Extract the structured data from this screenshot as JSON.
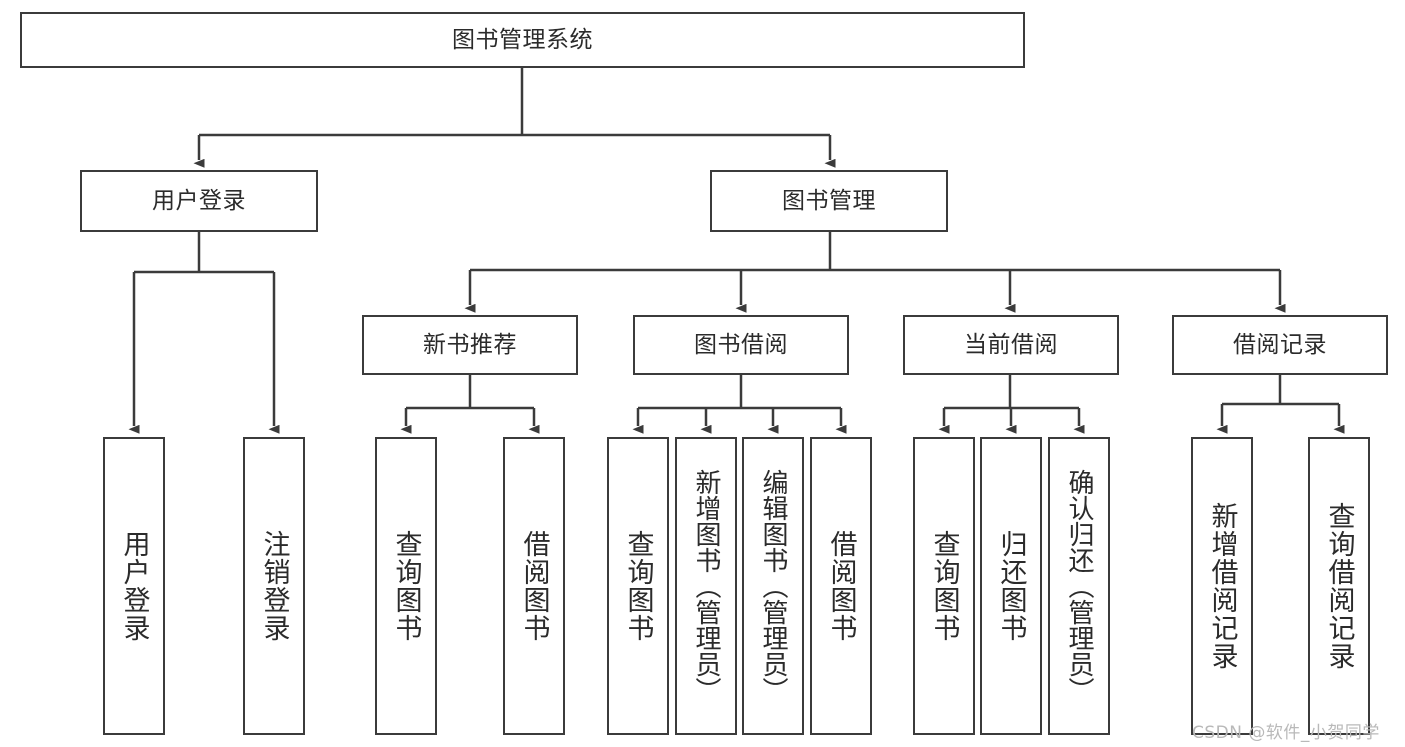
{
  "diagram": {
    "type": "tree",
    "title": "图书管理系统",
    "root": {
      "label": "图书管理系统"
    },
    "level2": [
      {
        "label": "用户登录"
      },
      {
        "label": "图书管理"
      }
    ],
    "level3": [
      {
        "label": "新书推荐"
      },
      {
        "label": "图书借阅"
      },
      {
        "label": "当前借阅"
      },
      {
        "label": "借阅记录"
      }
    ],
    "leaves": {
      "user_login": [
        {
          "label": "用户登录"
        },
        {
          "label": "注销登录"
        }
      ],
      "new_book_recommend": [
        {
          "label": "查询图书"
        },
        {
          "label": "借阅图书"
        }
      ],
      "book_borrow": [
        {
          "label": "查询图书"
        },
        {
          "label": "新增图书（管理员）"
        },
        {
          "label": "编辑图书（管理员）"
        },
        {
          "label": "借阅图书"
        }
      ],
      "current_borrow": [
        {
          "label": "查询图书"
        },
        {
          "label": "归还图书"
        },
        {
          "label": "确认归还（管理员）"
        }
      ],
      "borrow_record": [
        {
          "label": "新增借阅记录"
        },
        {
          "label": "查询借阅记录"
        }
      ]
    }
  },
  "watermark": {
    "text": "CSDN @软件_小贺同学"
  },
  "colors": {
    "stroke": "#3b3b3b",
    "fill": "#ffffff",
    "text": "#2b2b2b",
    "watermark": "#b9b9b9"
  }
}
